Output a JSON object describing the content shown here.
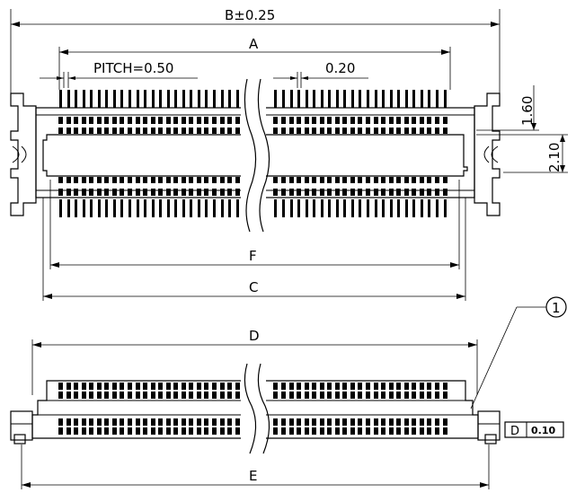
{
  "labels": {
    "b_dim": "B±0.25",
    "a_dim": "A",
    "pitch": "PITCH=0.50",
    "gap": "0.20",
    "h1": "1.60",
    "h2": "2.10",
    "f_dim": "F",
    "c_dim": "C",
    "d_dim": "D",
    "e_dim": "E",
    "callout": "1",
    "datum": "D",
    "tolerance": "0.10"
  }
}
